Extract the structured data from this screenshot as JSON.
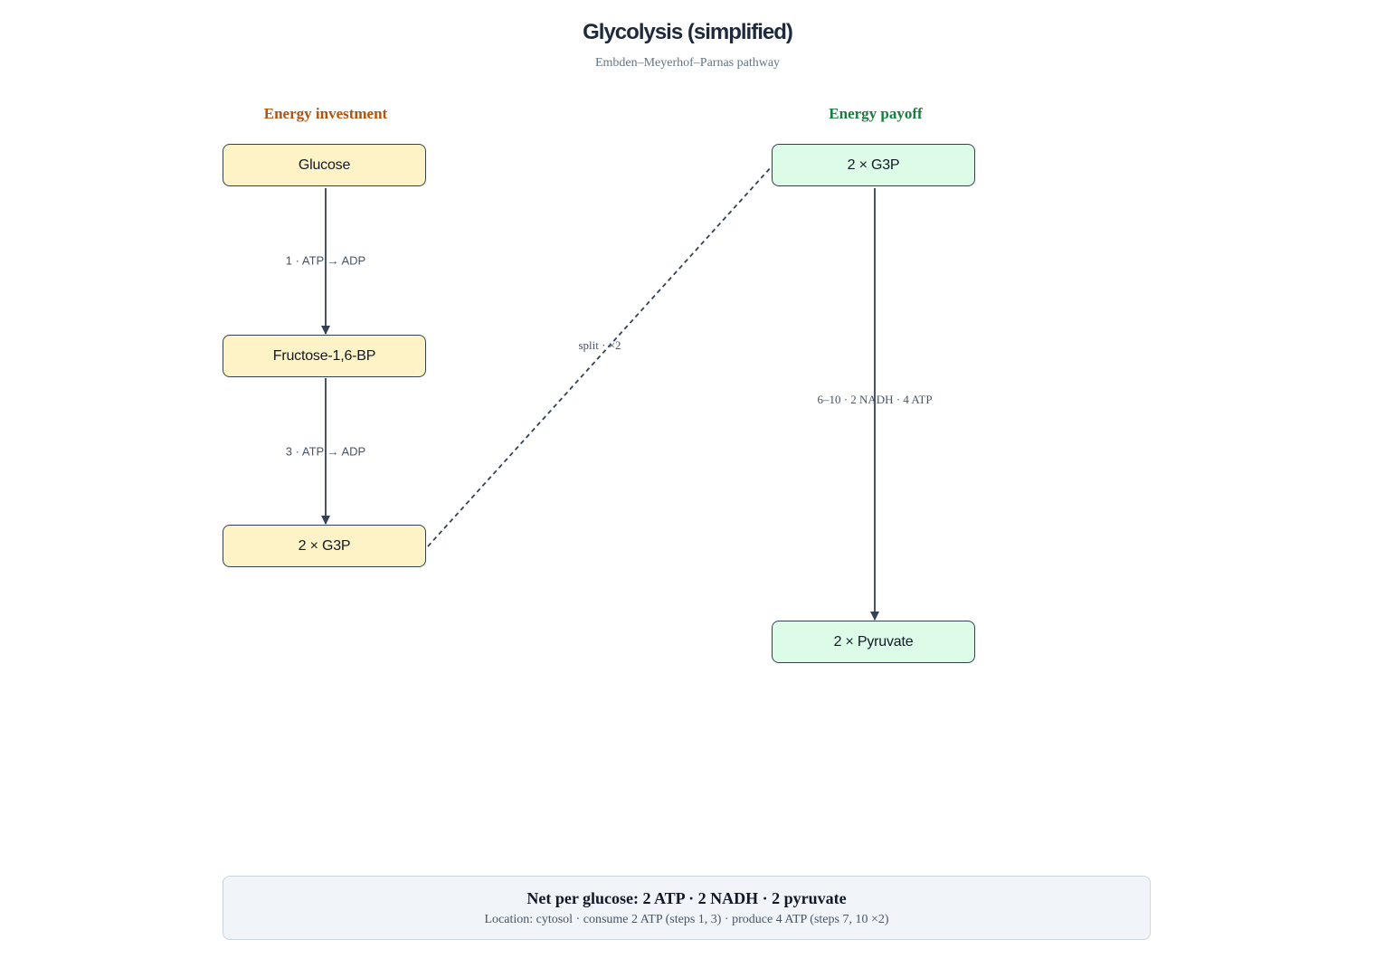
{
  "title": "Glycolysis (simplified)",
  "subtitle": "Embden–Meyerhof–Parnas pathway",
  "columns": {
    "investment": "Energy investment",
    "payoff": "Energy payoff"
  },
  "nodes": {
    "glucose": "Glucose",
    "fructose": "Fructose-1,6-BP",
    "g3p_invest": "2 × G3P",
    "g3p_payoff": "2 × G3P",
    "pyruvate": "2 × Pyruvate"
  },
  "edges": {
    "step1": "1 · ATP → ADP",
    "step3": "3 · ATP → ADP",
    "split": "split · ×2",
    "steps6_10": "6–10 · 2 NADH · 4 ATP"
  },
  "summary": {
    "title": "Net per glucose: 2 ATP · 2 NADH · 2 pyruvate",
    "detail": "Location: cytosol · consume 2 ATP (steps 1, 3) · produce 4 ATP (steps 7, 10 ×2)"
  },
  "colors": {
    "investment_fill": "#fef3c7",
    "payoff_fill": "#dcfce7",
    "investment_text": "#b45309",
    "payoff_text": "#15803d",
    "edge": "#334155"
  }
}
